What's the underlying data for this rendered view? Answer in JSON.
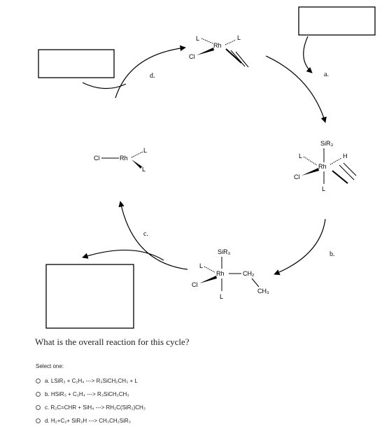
{
  "diagram": {
    "steps": {
      "a": "a.",
      "b": "b.",
      "c": "c.",
      "d": "d."
    },
    "labels": {
      "L": "L",
      "Rh": "Rh",
      "Cl": "Cl",
      "H": "H",
      "SiR3": "SiR₃",
      "CH2": "CH₂",
      "CH3": "CH₃",
      "ClRh": "Cl—Rh"
    }
  },
  "question": {
    "text": "What is the overall reaction for this cycle?",
    "select_label": "Select one:",
    "options": [
      {
        "letter": "a.",
        "text": "a. LSiR₃ + C₂H₄ ---> R₃SiCH₂CH₃ + L"
      },
      {
        "letter": "b.",
        "text": "b. HSiR₃ + C₂H₄ ---> R₃SiCH₂CH₃"
      },
      {
        "letter": "c.",
        "text": "c. R₂C=CHR + SiH₄ ---> RH₂C(SiR₂)CH₃"
      },
      {
        "letter": "d.",
        "text": "d. H₂+C₂+ SiR₃H ---> CH₃CH₂SiR₃"
      }
    ]
  }
}
